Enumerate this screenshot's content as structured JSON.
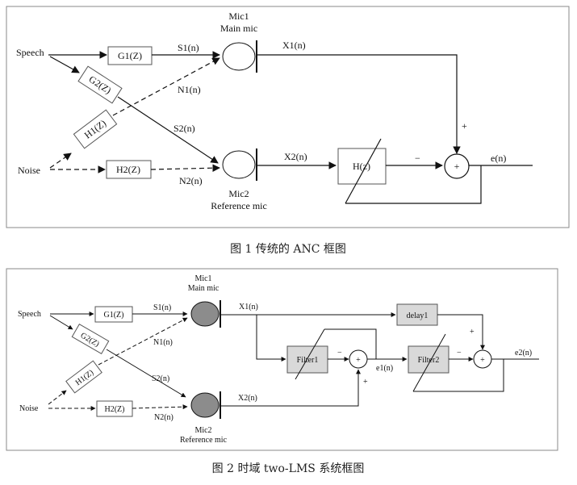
{
  "figure1": {
    "caption": "图 1  传统的 ANC 框图",
    "speech": "Speech",
    "noise": "Noise",
    "g1": "G1(Z)",
    "g2": "G2(Z)",
    "h1": "H1(Z)",
    "h2": "H2(Z)",
    "hz": "H(z)",
    "mic1_line1": "Mic1",
    "mic1_line2": "Main mic",
    "mic2_line1": "Mic2",
    "mic2_line2": "Reference mic",
    "s1": "S1(n)",
    "n1": "N1(n)",
    "s2": "S2(n)",
    "n2": "N2(n)",
    "x1": "X1(n)",
    "x2": "X2(n)",
    "en": "e(n)",
    "plus_sign": "+",
    "minus_sign": "−",
    "sum_symbol": "+"
  },
  "figure2": {
    "caption": "图 2    时域 two-LMS 系统框图",
    "speech": "Speech",
    "noise": "Noise",
    "g1": "G1(Z)",
    "g2": "G2(Z)",
    "h1": "H1(Z)",
    "h2": "H2(Z)",
    "mic1_line1": "Mic1",
    "mic1_line2": "Main mic",
    "mic2_line1": "Mic2",
    "mic2_line2": "Reference mic",
    "s1": "S1(n)",
    "n1": "N1(n)",
    "s2": "S2(n)",
    "n2": "N2(n)",
    "x1": "X1(n)",
    "x2": "X2(n)",
    "delay": "delay1",
    "filter1": "Filter1",
    "filter2": "Filter2",
    "e1": "e1(n)",
    "e2": "e2(n)",
    "plus_sign": "+",
    "minus_sign": "−",
    "sum_symbol": "+"
  },
  "colors": {
    "line": "#111111",
    "frame": "#8a8a8a",
    "mic_fill_fig2": "#8c8c8c",
    "block_fill_fig2": "#d9d9d9"
  }
}
